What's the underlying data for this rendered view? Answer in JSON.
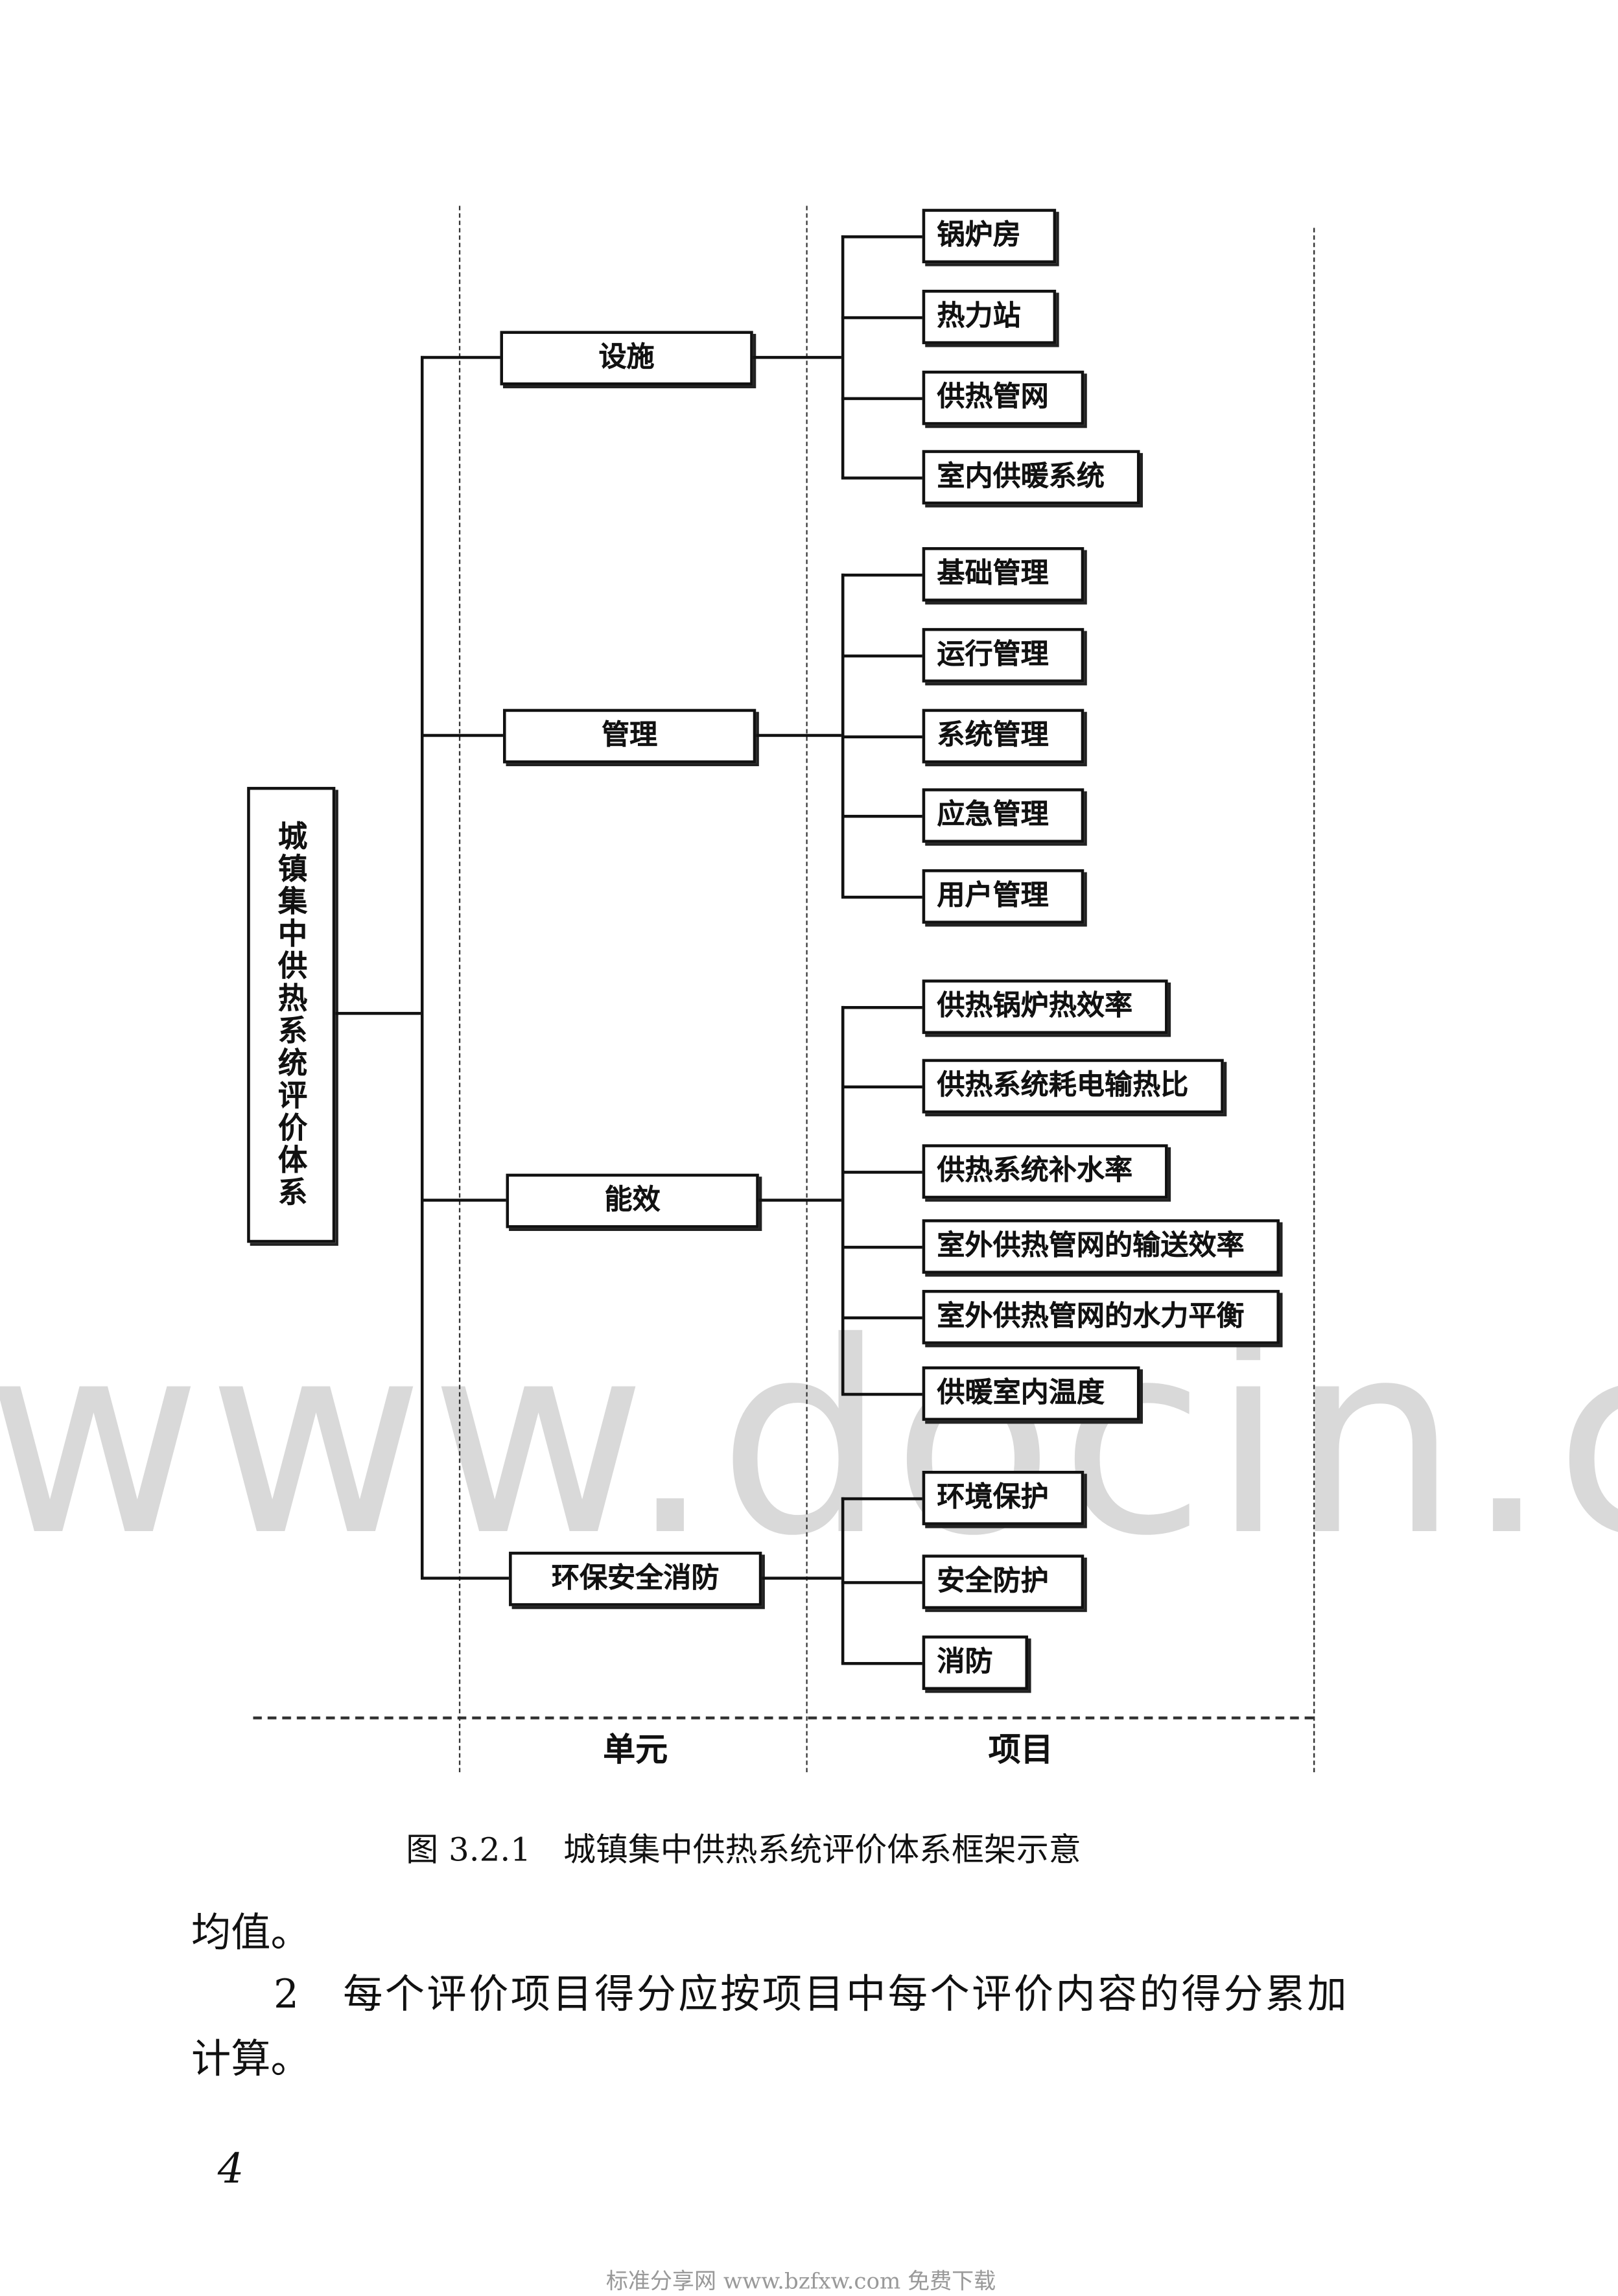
{
  "diagram": {
    "root": "城镇集中供热系统评价体系",
    "units": [
      {
        "label": "设施",
        "items": [
          "锅炉房",
          "热力站",
          "供热管网",
          "室内供暖系统"
        ]
      },
      {
        "label": "管理",
        "items": [
          "基础管理",
          "运行管理",
          "系统管理",
          "应急管理",
          "用户管理"
        ]
      },
      {
        "label": "能效",
        "items": [
          "供热锅炉热效率",
          "供热系统耗电输热比",
          "供热系统补水率",
          "室外供热管网的输送效率",
          "室外供热管网的水力平衡",
          "供暖室内温度"
        ]
      },
      {
        "label": "环保安全消防",
        "items": [
          "环境保护",
          "安全防护",
          "消防"
        ]
      }
    ],
    "column_labels": {
      "unit": "单元",
      "item": "项目"
    }
  },
  "caption": "图 3.2.1　城镇集中供热系统评价体系框架示意",
  "body": {
    "line1": "均值。",
    "line2": "2　每个评价项目得分应按项目中每个评价内容的得分累加",
    "line3": "计算。"
  },
  "page_number": "4",
  "watermark": "www.docin.com",
  "footer": "标准分享网 www.bzfxw.com 免费下载"
}
